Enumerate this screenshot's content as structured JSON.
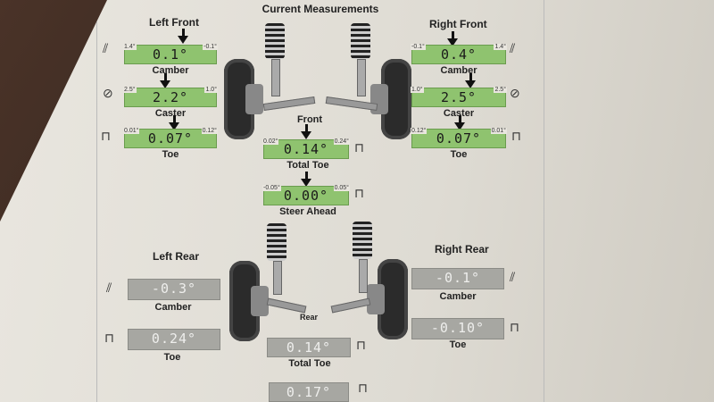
{
  "title": "Current Measurements",
  "front": {
    "left_label": "Left Front",
    "right_label": "Right Front",
    "axle_label": "Front",
    "left": {
      "camber": {
        "caption": "Camber",
        "value": "0.1°",
        "lo": "1.4°",
        "hi": "-0.1°"
      },
      "caster": {
        "caption": "Caster",
        "value": "2.2°",
        "lo": "2.5°",
        "hi": "1.0°"
      },
      "toe": {
        "caption": "Toe",
        "value": "0.07°",
        "lo": "0.01°",
        "hi": "0.12°"
      }
    },
    "right": {
      "camber": {
        "caption": "Camber",
        "value": "0.4°",
        "lo": "-0.1°",
        "hi": "1.4°"
      },
      "caster": {
        "caption": "Caster",
        "value": "2.5°",
        "lo": "1.0°",
        "hi": "2.5°"
      },
      "toe": {
        "caption": "Toe",
        "value": "0.07°",
        "lo": "0.12°",
        "hi": "0.01°"
      }
    },
    "total_toe": {
      "caption": "Total Toe",
      "value": "0.14°",
      "lo": "0.02°",
      "hi": "0.24°"
    },
    "steer_ahead": {
      "caption": "Steer Ahead",
      "value": "0.00°",
      "lo": "-0.05°",
      "hi": "0.05°"
    }
  },
  "rear": {
    "left_label": "Left Rear",
    "right_label": "Right Rear",
    "axle_label": "Rear",
    "left": {
      "camber": {
        "caption": "Camber",
        "value": "-0.3°"
      },
      "toe": {
        "caption": "Toe",
        "value": "0.24°"
      }
    },
    "right": {
      "camber": {
        "caption": "Camber",
        "value": "-0.1°"
      },
      "toe": {
        "caption": "Toe",
        "value": "-0.10°"
      }
    },
    "total_toe": {
      "caption": "Total Toe",
      "value": "0.14°"
    },
    "thrust": {
      "value": "0.17°"
    }
  }
}
